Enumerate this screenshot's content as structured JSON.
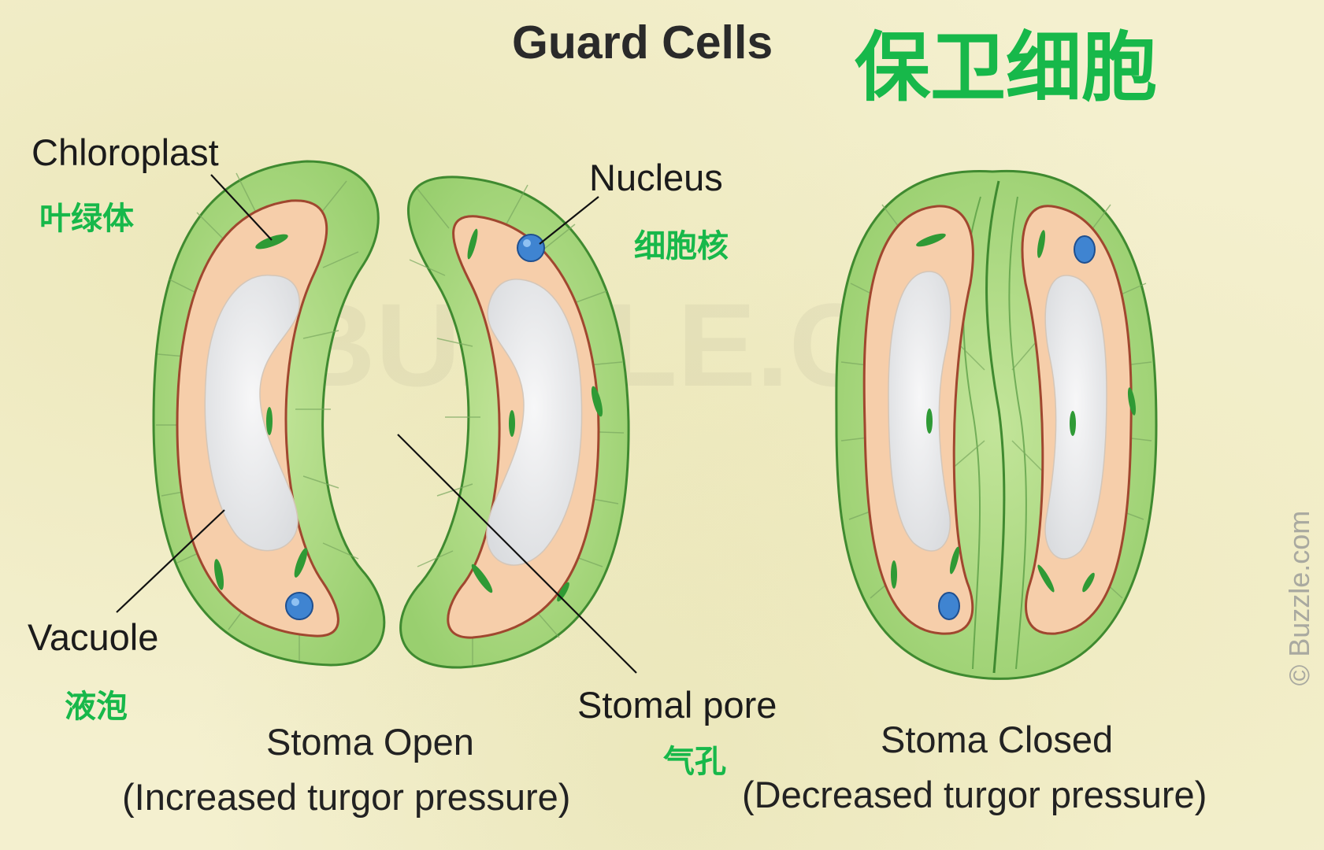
{
  "title": {
    "en": "Guard Cells",
    "zh": "保卫细胞"
  },
  "labels": {
    "chloroplast": {
      "en": "Chloroplast",
      "zh": "叶绿体"
    },
    "nucleus": {
      "en": "Nucleus",
      "zh": "细胞核"
    },
    "vacuole": {
      "en": "Vacuole",
      "zh": "液泡"
    },
    "stomal_pore": {
      "en": "Stomal pore",
      "zh": "气孔"
    }
  },
  "captions": {
    "open": {
      "line1": "Stoma Open",
      "line2": "(Increased turgor pressure)"
    },
    "closed": {
      "line1": "Stoma Closed",
      "line2": "(Decreased turgor pressure)"
    }
  },
  "watermark": "BUZZLE.COM",
  "copyright": "© Buzzle.com",
  "colors": {
    "cell_wall": "#a6d77c",
    "cell_outline": "#3f8a30",
    "cytoplasm": "#f6ceaa",
    "membrane": "#a0472f",
    "vacuole": "#e7e8ea",
    "chloroplast": "#2f9a35",
    "nucleus": "#3f84d1",
    "chinese_label": "#17b84a"
  }
}
